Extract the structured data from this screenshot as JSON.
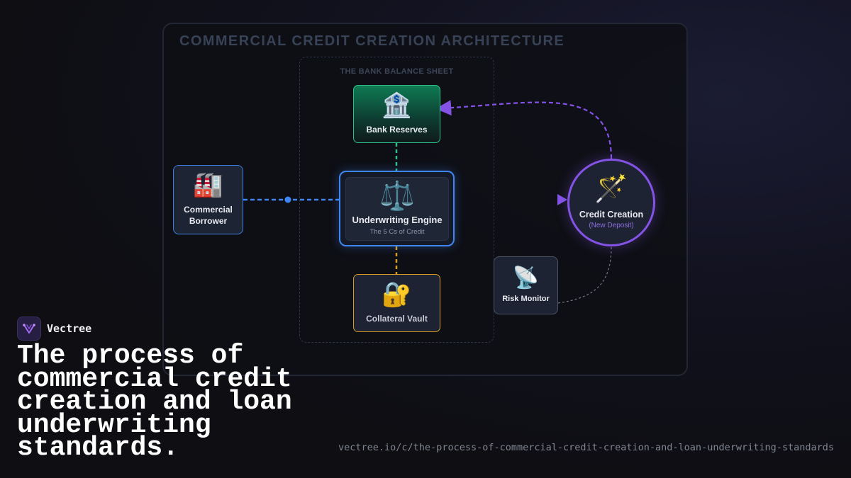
{
  "diagram": {
    "title": "COMMERCIAL CREDIT CREATION ARCHITECTURE",
    "balance_sheet_label": "THE BANK BALANCE SHEET",
    "nodes": {
      "bank_reserves": {
        "icon": "bank-icon",
        "glyph": "🏦",
        "label": "Bank Reserves"
      },
      "commercial_borrower": {
        "icon": "factory-icon",
        "glyph": "🏭",
        "label_line1": "Commercial",
        "label_line2": "Borrower"
      },
      "underwriting_engine": {
        "icon": "scales-icon",
        "glyph": "⚖️",
        "label": "Underwriting Engine",
        "sublabel": "The 5 Cs of Credit"
      },
      "collateral_vault": {
        "icon": "locked-key-icon",
        "glyph": "🔐",
        "label": "Collateral Vault"
      },
      "risk_monitor": {
        "icon": "satellite-dish-icon",
        "glyph": "📡",
        "label": "Risk Monitor"
      },
      "credit_creation": {
        "icon": "magic-wand-icon",
        "glyph": "🪄",
        "label": "Credit Creation",
        "sublabel": "(New Deposit)"
      }
    },
    "colors": {
      "reserves": "#2fc08a",
      "borrower": "#3d7fe0",
      "engine": "#3f86f2",
      "vault": "#d99a25",
      "credit": "#8453e6",
      "risk": "#4b5366"
    }
  },
  "brand": {
    "name": "Vectree",
    "icon": "vectree-logo-icon"
  },
  "headline": "The process of commercial credit creation and loan underwriting standards.",
  "url": "vectree.io/c/the-process-of-commercial-credit-creation-and-loan-underwriting-standards"
}
